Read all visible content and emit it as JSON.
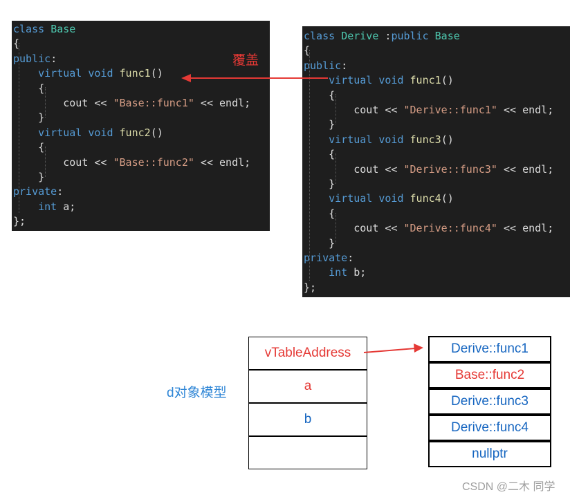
{
  "code": {
    "base": [
      [
        [
          "class ",
          "kw"
        ],
        [
          "Base",
          "ty"
        ]
      ],
      [
        [
          "{",
          ""
        ]
      ],
      [
        [
          "public",
          "kw"
        ],
        [
          ":",
          ""
        ]
      ],
      [
        [
          "    virtual ",
          "kw"
        ],
        [
          "void ",
          "kw"
        ],
        [
          "func1",
          "fn"
        ],
        [
          "()",
          ""
        ]
      ],
      [
        [
          "    {",
          ""
        ]
      ],
      [
        [
          "        cout << ",
          ""
        ],
        [
          "\"Base::func1\"",
          "st"
        ],
        [
          " << endl;",
          ""
        ]
      ],
      [
        [
          "    }",
          ""
        ]
      ],
      [
        [
          "    virtual ",
          "kw"
        ],
        [
          "void ",
          "kw"
        ],
        [
          "func2",
          "fn"
        ],
        [
          "()",
          ""
        ]
      ],
      [
        [
          "    {",
          ""
        ]
      ],
      [
        [
          "        cout << ",
          ""
        ],
        [
          "\"Base::func2\"",
          "st"
        ],
        [
          " << endl;",
          ""
        ]
      ],
      [
        [
          "    }",
          ""
        ]
      ],
      [
        [
          "private",
          "kw"
        ],
        [
          ":",
          ""
        ]
      ],
      [
        [
          "    int ",
          "kw"
        ],
        [
          "a;",
          ""
        ]
      ],
      [
        [
          "};",
          ""
        ]
      ]
    ],
    "derive": [
      [
        [
          "class ",
          "kw"
        ],
        [
          "Derive ",
          "ty"
        ],
        [
          ":",
          ""
        ],
        [
          "public ",
          "kw"
        ],
        [
          "Base",
          "ty"
        ]
      ],
      [
        [
          "{",
          ""
        ]
      ],
      [
        [
          "public",
          "kw"
        ],
        [
          ":",
          ""
        ]
      ],
      [
        [
          "    virtual ",
          "kw"
        ],
        [
          "void ",
          "kw"
        ],
        [
          "func1",
          "fn"
        ],
        [
          "()",
          ""
        ]
      ],
      [
        [
          "    {",
          ""
        ]
      ],
      [
        [
          "        cout << ",
          ""
        ],
        [
          "\"Derive::func1\"",
          "st"
        ],
        [
          " << endl;",
          ""
        ]
      ],
      [
        [
          "    }",
          ""
        ]
      ],
      [
        [
          "    virtual ",
          "kw"
        ],
        [
          "void ",
          "kw"
        ],
        [
          "func3",
          "fn"
        ],
        [
          "()",
          ""
        ]
      ],
      [
        [
          "    {",
          ""
        ]
      ],
      [
        [
          "        cout << ",
          ""
        ],
        [
          "\"Derive::func3\"",
          "st"
        ],
        [
          " << endl;",
          ""
        ]
      ],
      [
        [
          "    }",
          ""
        ]
      ],
      [
        [
          "    virtual ",
          "kw"
        ],
        [
          "void ",
          "kw"
        ],
        [
          "func4",
          "fn"
        ],
        [
          "()",
          ""
        ]
      ],
      [
        [
          "    {",
          ""
        ]
      ],
      [
        [
          "        cout << ",
          ""
        ],
        [
          "\"Derive::func4\"",
          "st"
        ],
        [
          " << endl;",
          ""
        ]
      ],
      [
        [
          "    }",
          ""
        ]
      ],
      [
        [
          "private",
          "kw"
        ],
        [
          ":",
          ""
        ]
      ],
      [
        [
          "    int ",
          "kw"
        ],
        [
          "b;",
          ""
        ]
      ],
      [
        [
          "};",
          ""
        ]
      ]
    ]
  },
  "override_label": "覆盖",
  "model_label": "d对象模型",
  "object_model": [
    "vTableAddress",
    "a",
    "b",
    ""
  ],
  "vtable": [
    "Derive::func1",
    "Base::func2",
    "Derive::func3",
    "Derive::func4",
    "nullptr"
  ],
  "watermark": "CSDN @二木 同学",
  "colors": {
    "arrow": "#e53935",
    "red_text": "#e53935",
    "blue_text": "#1565c0",
    "label_blue": "#2f86d6"
  }
}
